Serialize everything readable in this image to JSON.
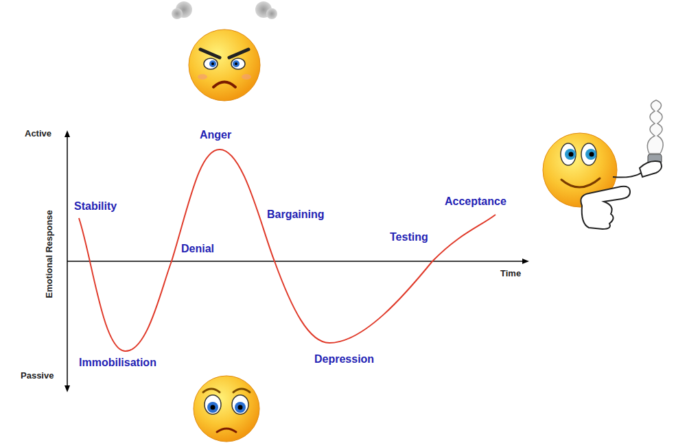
{
  "diagram": {
    "labels": [
      "Active",
      "Emotional Response",
      "Passive",
      "Time",
      "Anger",
      "Stability",
      "Bargaining",
      "Acceptance",
      "Testing",
      "Denial",
      "Immobilisation",
      "Depression"
    ]
  }
}
